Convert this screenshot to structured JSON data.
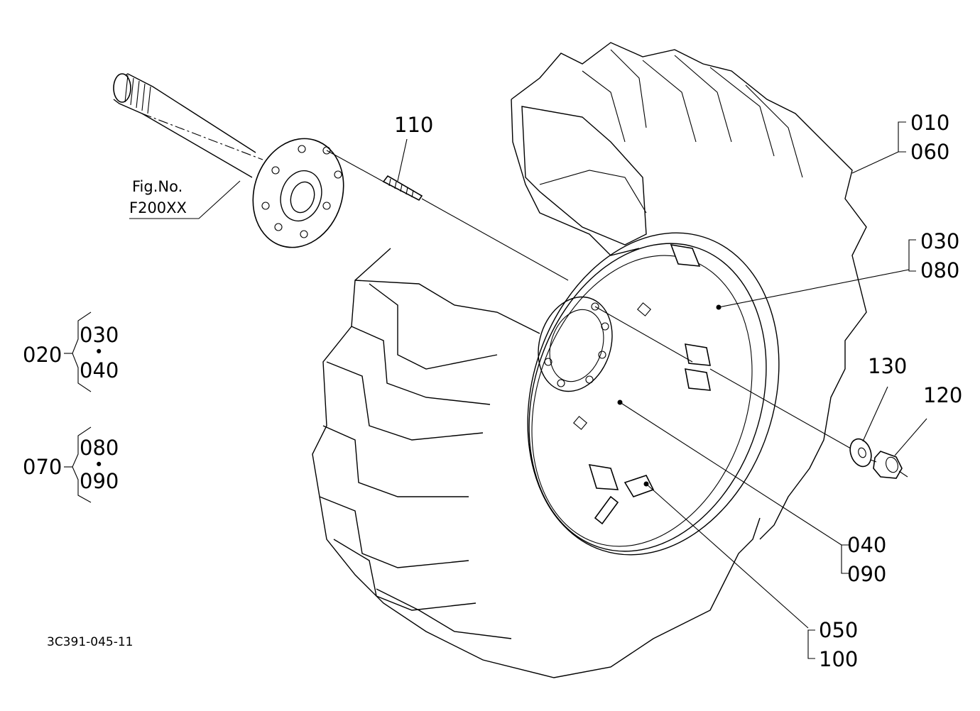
{
  "labels": {
    "p110": "110",
    "p010": "010",
    "p060": "060",
    "p030": "030",
    "p080": "080",
    "p130": "130",
    "p120": "120",
    "p040": "040",
    "p090": "090",
    "p050": "050",
    "p100": "100",
    "fig_no": "Fig.No.",
    "fig_ref": "F200XX",
    "group1_parent": "020",
    "group1_a": "030",
    "group1_b": "040",
    "group2_parent": "070",
    "group2_a": "080",
    "group2_b": "090",
    "bullet": "•",
    "drawing_code": "3C391-045-11"
  }
}
